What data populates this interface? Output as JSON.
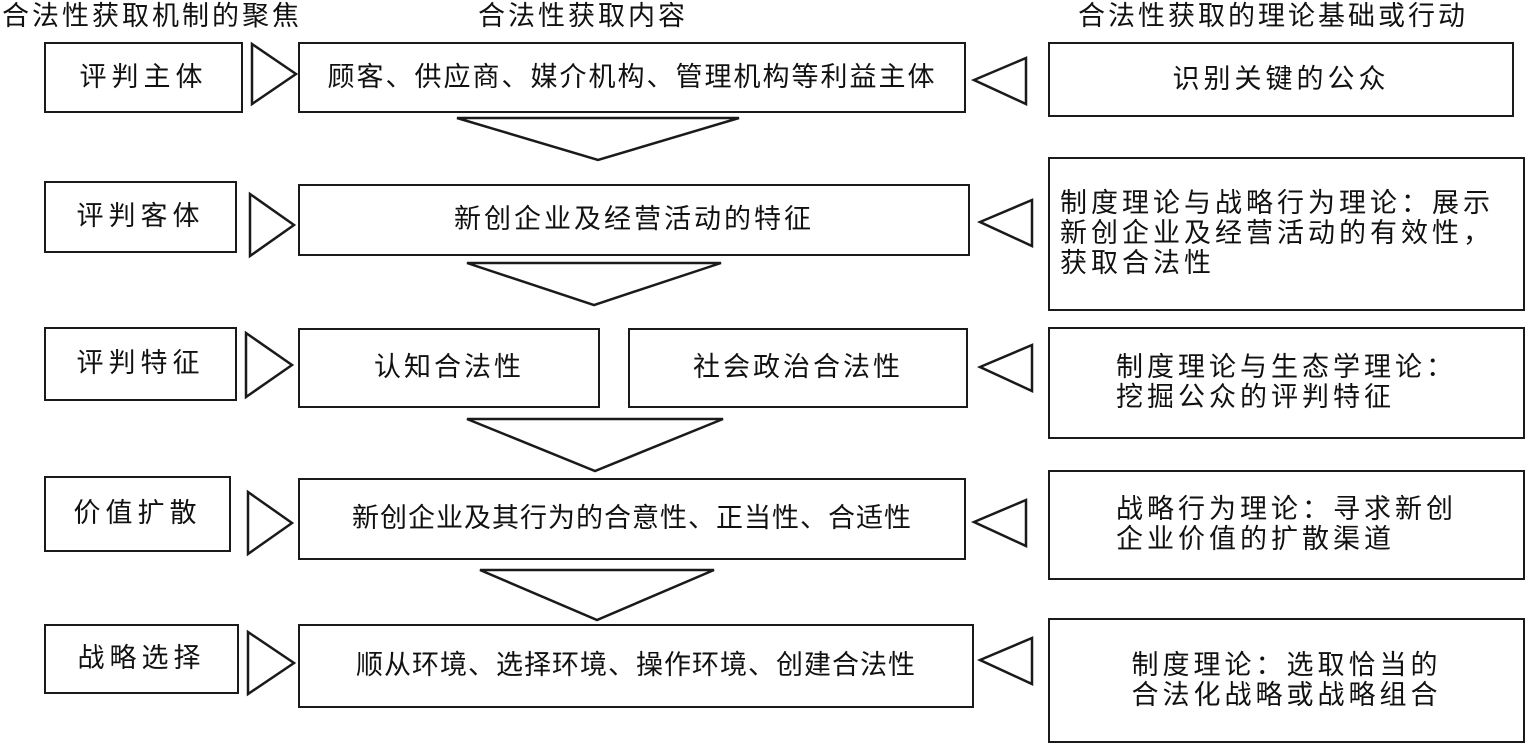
{
  "headers": {
    "focus": "合法性获取机制的聚焦",
    "content": "合法性获取内容",
    "theory": "合法性获取的理论基础或行动"
  },
  "rows": [
    {
      "focus": "评判主体",
      "content": [
        "顾客、供应商、媒介机构、管理机构等利益主体"
      ],
      "theory": "识别关键的公众"
    },
    {
      "focus": "评判客体",
      "content": [
        "新创企业及经营活动的特征"
      ],
      "theory": "制度理论与战略行为理论：展示\n新创企业及经营活动的有效性，\n获取合法性"
    },
    {
      "focus": "评判特征",
      "content": [
        "认知合法性",
        "社会政治合法性"
      ],
      "theory": "制度理论与生态学理论：\n挖掘公众的评判特征"
    },
    {
      "focus": "价值扩散",
      "content": [
        "新创企业及其行为的合意性、正当性、合适性"
      ],
      "theory": "战略行为理论：寻求新创\n企业价值的扩散渠道"
    },
    {
      "focus": "战略选择",
      "content": [
        "顺从环境、选择环境、操作环境、创建合法性"
      ],
      "theory": "制度理论：选取恰当的\n合法化战略或战略组合"
    }
  ],
  "arrows": {
    "focus_to_content": "right-triangle-arrow",
    "theory_to_content": "left-triangle-arrow",
    "row_to_row": "down-triangle-arrow"
  }
}
